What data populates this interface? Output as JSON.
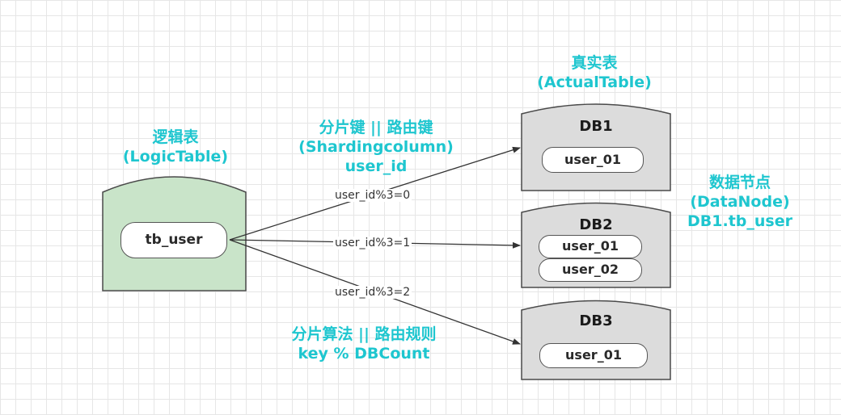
{
  "diagram": {
    "logic_table": {
      "title_cn": "逻辑表",
      "title_en": "(LogicTable)",
      "table": "tb_user",
      "fill": "#c9e4c9"
    },
    "sharding_column": {
      "line1": "分片键 || 路由键",
      "line2": "(Shardingcolumn)",
      "line3": "user_id"
    },
    "actual_table": {
      "title_cn": "真实表",
      "title_en": "(ActualTable)"
    },
    "data_node": {
      "line1": "数据节点",
      "line2": "(DataNode)",
      "line3": "DB1.tb_user"
    },
    "algorithm": {
      "line1": "分片算法 || 路由规则",
      "line2": "key % DBCount"
    },
    "edges": [
      {
        "label": "user_id%3=0",
        "target": "DB1"
      },
      {
        "label": "user_id%3=1",
        "target": "DB2"
      },
      {
        "label": "user_id%3=2",
        "target": "DB3"
      }
    ],
    "databases": [
      {
        "name": "DB1",
        "tables": [
          "user_01"
        ]
      },
      {
        "name": "DB2",
        "tables": [
          "user_01",
          "user_02"
        ]
      },
      {
        "name": "DB3",
        "tables": [
          "user_01"
        ]
      }
    ],
    "colors": {
      "label": "#1ec6cf",
      "db_fill": "#dcdcdc",
      "logic_fill": "#c9e4c9",
      "stroke": "#444444"
    }
  }
}
